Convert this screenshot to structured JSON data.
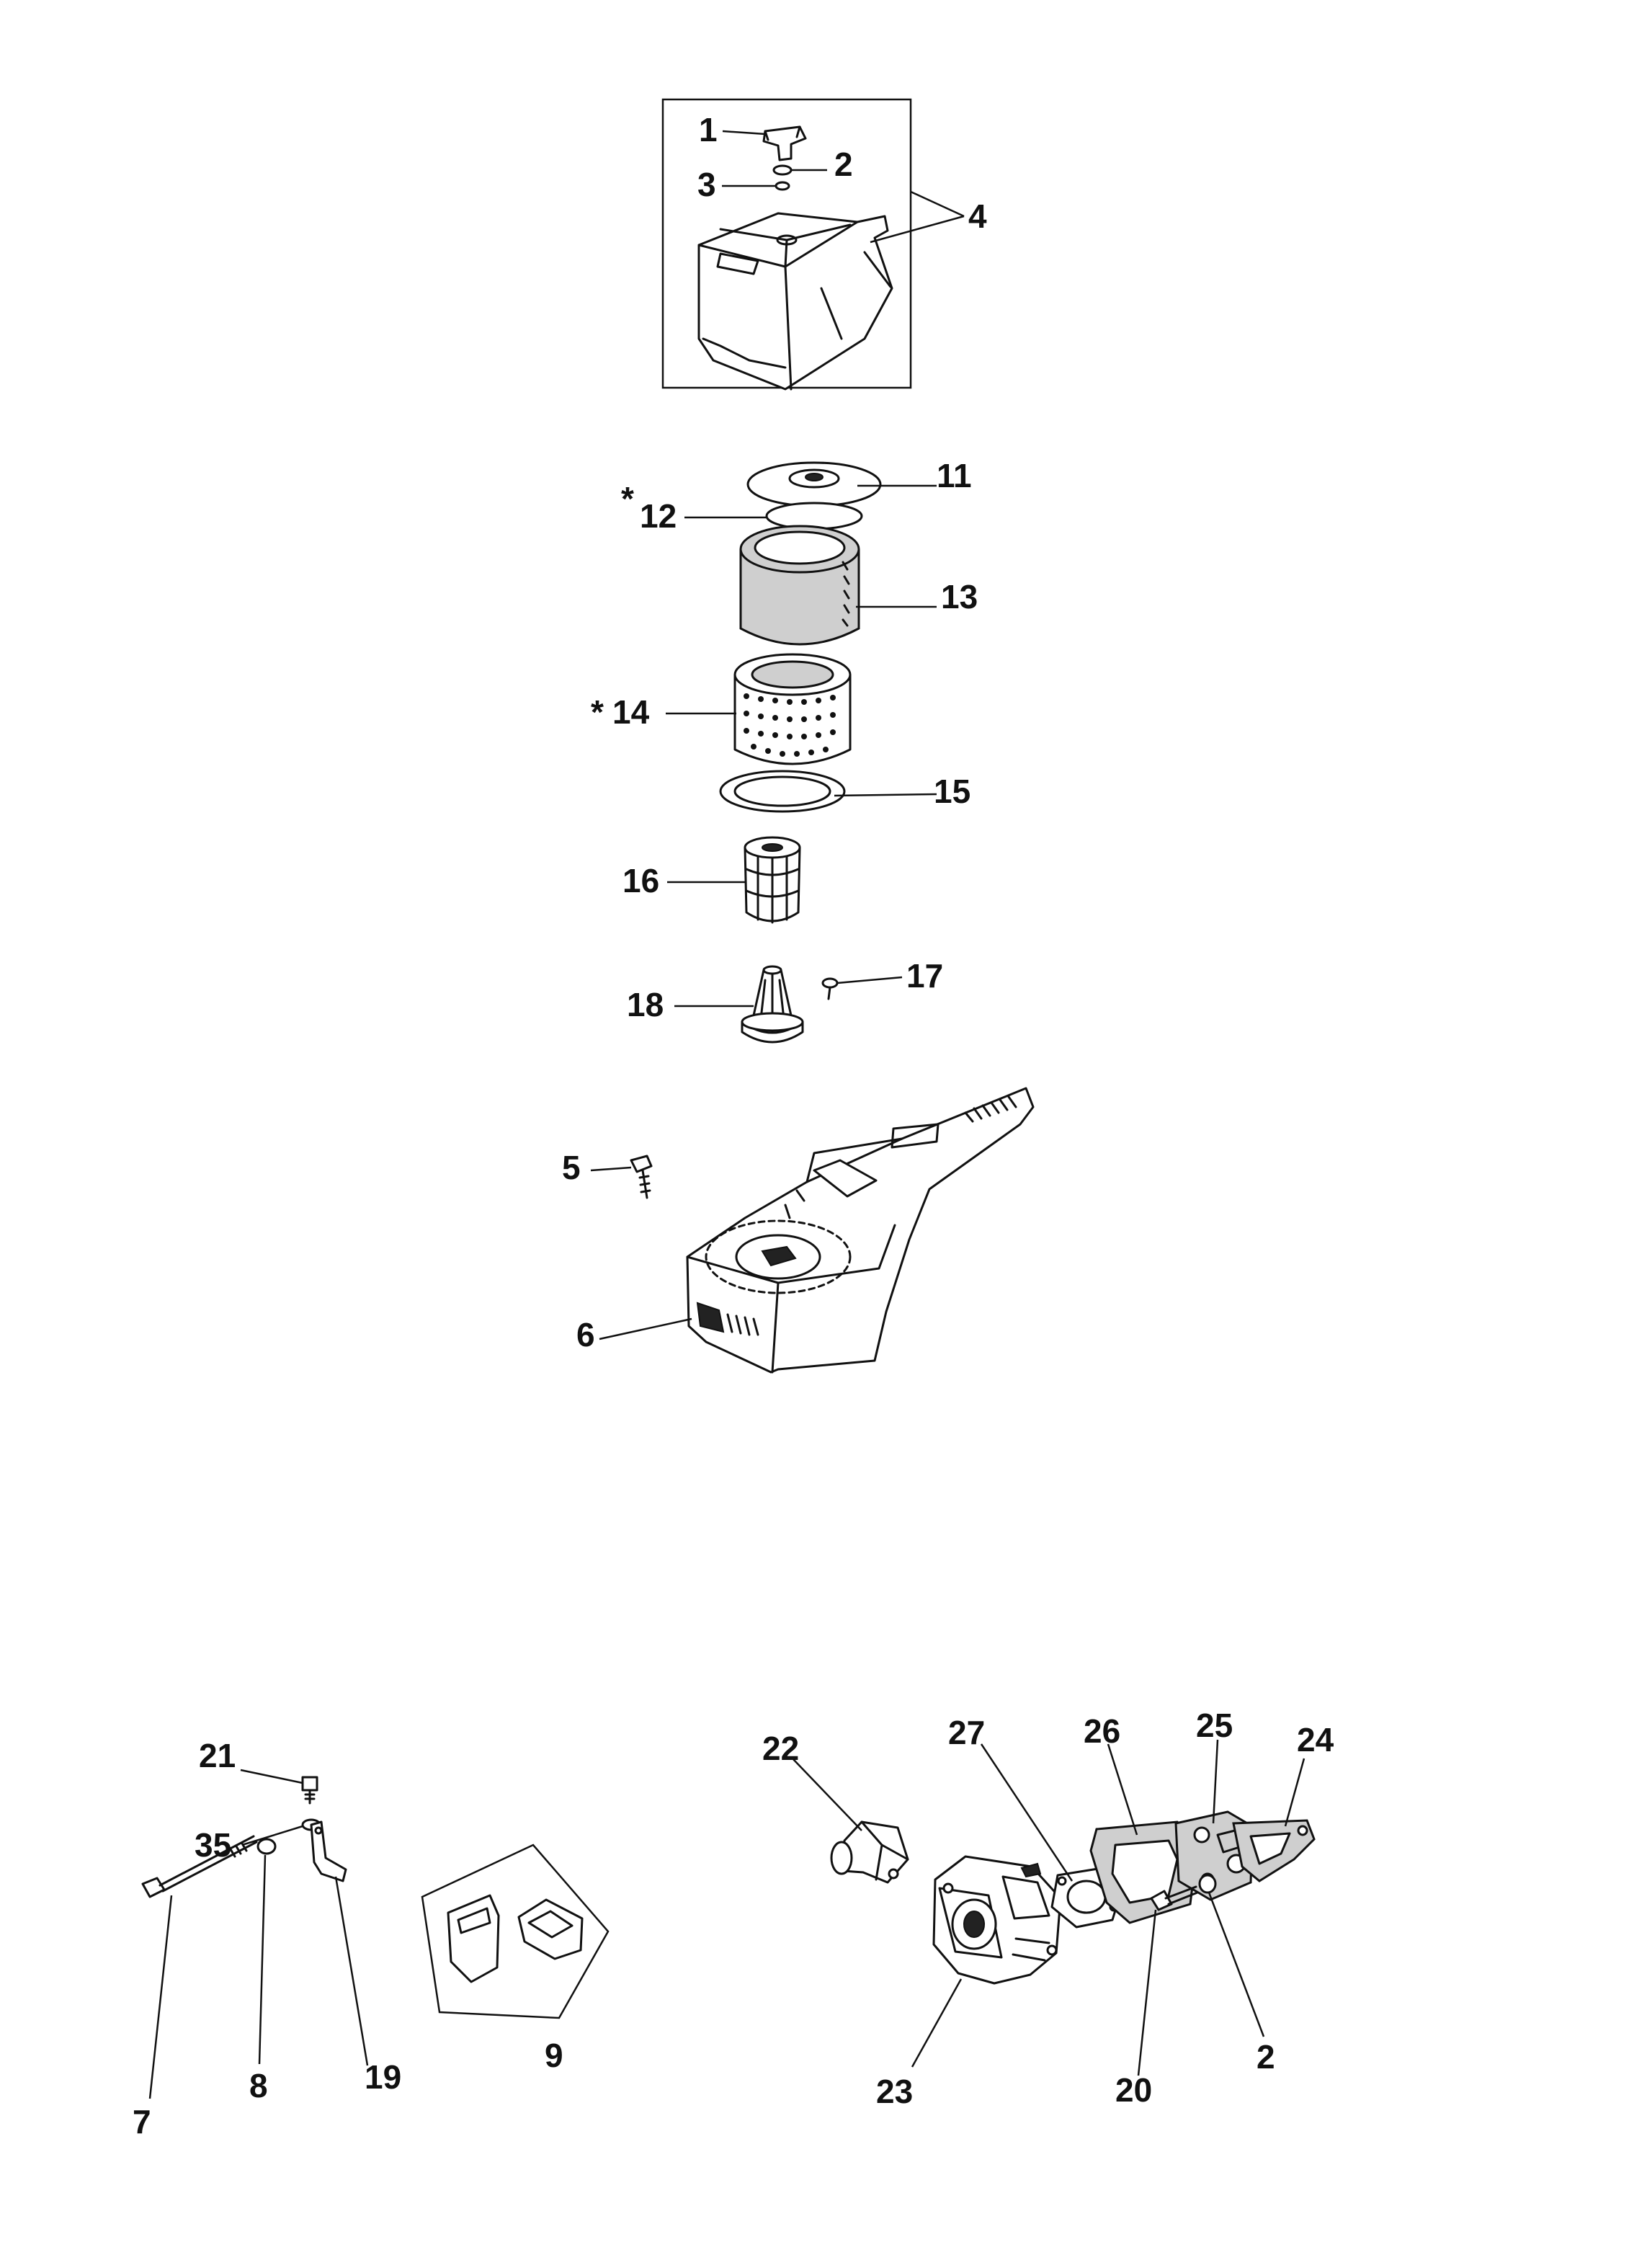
{
  "callouts": {
    "c1": "1",
    "c2": "2",
    "c3": "3",
    "c4": "4",
    "c11": "11",
    "c12": "12",
    "c12_star": "*",
    "c13": "13",
    "c14": "14",
    "c14_star": "*",
    "c15": "15",
    "c16": "16",
    "c17": "17",
    "c18": "18",
    "c5": "5",
    "c6": "6",
    "c21": "21",
    "c35": "35",
    "c7": "7",
    "c8": "8",
    "c19": "19",
    "c9": "9",
    "c22": "22",
    "c27": "27",
    "c26": "26",
    "c25": "25",
    "c24": "24",
    "c23": "23",
    "c20": "20",
    "c2b": "2"
  }
}
